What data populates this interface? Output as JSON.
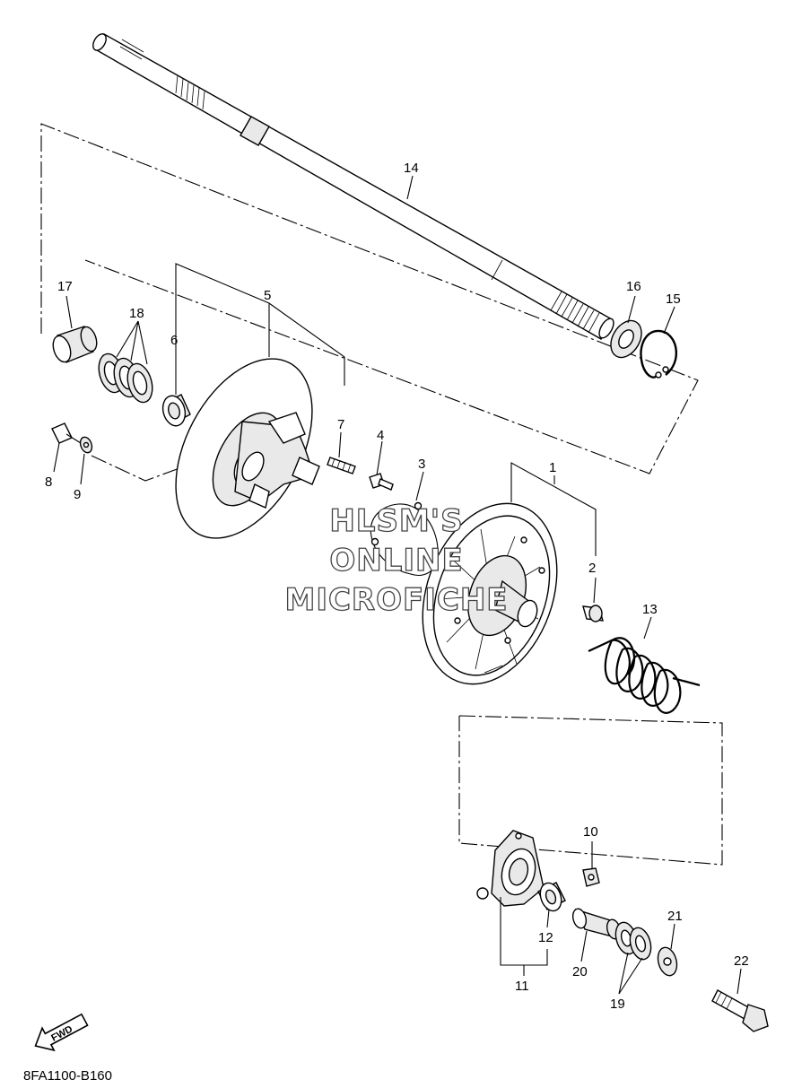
{
  "diagram_code": "8FA1100-B160",
  "fwd_label": "FWD",
  "watermark": [
    "HLSM'S",
    "ONLINE",
    "MICROFICHE"
  ],
  "callouts": [
    "1",
    "2",
    "3",
    "4",
    "5",
    "6",
    "7",
    "8",
    "9",
    "10",
    "11",
    "12",
    "13",
    "14",
    "15",
    "16",
    "17",
    "18",
    "19",
    "20",
    "21",
    "22"
  ]
}
